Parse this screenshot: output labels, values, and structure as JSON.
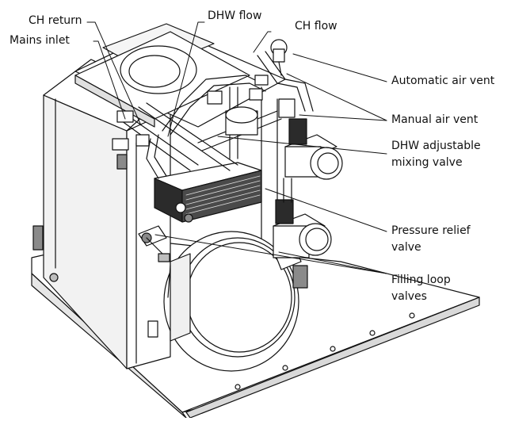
{
  "labels": {
    "ch_return": "CH return",
    "mains_inlet": "Mains inlet",
    "dhw_flow": "DHW flow",
    "ch_flow": "CH flow",
    "auto_air_vent": "Automatic air vent",
    "manual_air_vent": "Manual air vent",
    "dhw_mixing_l1": "DHW adjustable",
    "dhw_mixing_l2": "mixing valve",
    "prv_l1": "Pressure relief",
    "prv_l2": "valve",
    "filling_l1": "Filling loop",
    "filling_l2": "valves"
  },
  "colors": {
    "line": "#111111",
    "body": "#ffffff",
    "shade": "#e6e6e6",
    "dark": "#8a8a8a"
  }
}
